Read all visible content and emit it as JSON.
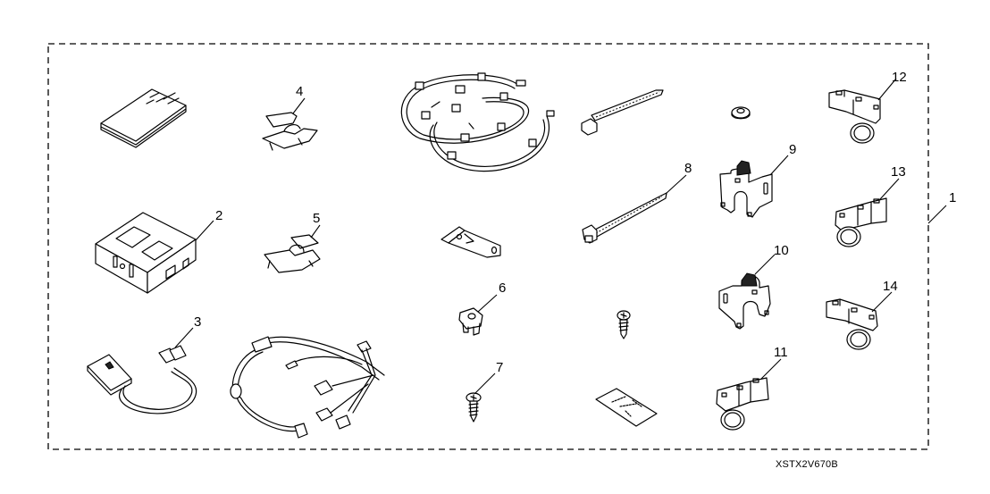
{
  "diagram": {
    "figure_code": "XSTX2V670B",
    "border_style": "dashed",
    "callouts": [
      {
        "id": "1",
        "label": "1",
        "part": "kit-assembly"
      },
      {
        "id": "2",
        "label": "2",
        "part": "control-unit"
      },
      {
        "id": "3",
        "label": "3",
        "part": "buzzer-with-lead"
      },
      {
        "id": "4",
        "label": "4",
        "part": "clip-a"
      },
      {
        "id": "5",
        "label": "5",
        "part": "clip-b"
      },
      {
        "id": "6",
        "label": "6",
        "part": "clip-nut"
      },
      {
        "id": "7",
        "label": "7",
        "part": "tapping-screw"
      },
      {
        "id": "8",
        "label": "8",
        "part": "cable-tie"
      },
      {
        "id": "9",
        "label": "9",
        "part": "sensor-bracket-a"
      },
      {
        "id": "10",
        "label": "10",
        "part": "sensor-bracket-b"
      },
      {
        "id": "11",
        "label": "11",
        "part": "sensor-a"
      },
      {
        "id": "12",
        "label": "12",
        "part": "sensor-b"
      },
      {
        "id": "13",
        "label": "13",
        "part": "sensor-c"
      },
      {
        "id": "14",
        "label": "14",
        "part": "sensor-d"
      }
    ],
    "unlabeled_parts": [
      "instruction-booklet",
      "wire-harness-sensor",
      "wire-harness-main",
      "l-bracket",
      "cable-tie-short",
      "washer-grommet",
      "screw",
      "template-sheet"
    ]
  }
}
